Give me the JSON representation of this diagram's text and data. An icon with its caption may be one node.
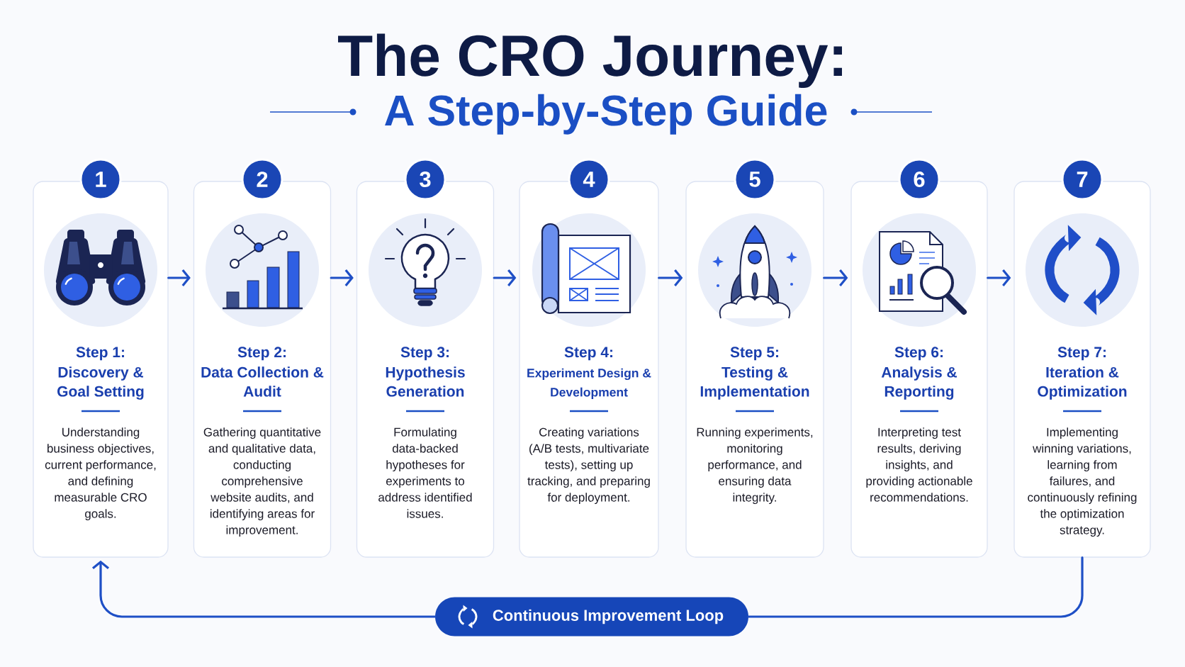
{
  "diagram": {
    "title": "The CRO Journey:",
    "nodes": [
      {
        "text": [
          "1"
        ]
      },
      {
        "text": [
          "Step 1:",
          "Discovery & Goal Setting",
          "Understanding business objectives, current performance, and defining measurable CRO goals."
        ]
      },
      {
        "text": [
          "2"
        ]
      },
      {
        "text": [
          "Step 2:",
          "Data Collection & Audit",
          "Gathering quantitative and qualitative data, conducting comprehensive website audits, and identifying areas for improvement."
        ]
      },
      {
        "text": [
          "3"
        ]
      },
      {
        "text": [
          "Step 3:",
          "Hypothesis Generation",
          "Formulating data-backed hypotheses for experiments to address identified issues."
        ]
      },
      {
        "text": [
          "4"
        ]
      },
      {
        "text": [
          "Step 4:",
          "Experiment Design & Development",
          "Creating variations (A/B tests, multivariate tests), setting up tracking, and preparing for deployment."
        ]
      },
      {
        "text": [
          "5"
        ]
      },
      {
        "text": [
          "Step 5:",
          "Testing & Implementation",
          "Running experiments, monitoring performance, and ensuring data integrity."
        ]
      },
      {
        "text": [
          "6"
        ]
      },
      {
        "text": [
          "Step 6:",
          "Analysis & Reporting",
          "Interpreting test results, deriving insights, and providing actionable recommendations."
        ]
      },
      {
        "text": [
          "7"
        ]
      },
      {
        "text": [
          "Step 7:",
          "Iteration & Optimization",
          "Implementing winning variations, learning from failures, and continuously refining the optimization strategy."
        ]
      },
      {
        "text": [
          "Continuous Improvement Loop"
        ]
      }
    ],
    "edges": [
      {
        "from": 1,
        "to": 3,
        "arrow": "to"
      },
      {
        "from": 3,
        "to": 5,
        "arrow": "to"
      },
      {
        "from": 5,
        "to": 7,
        "arrow": "to"
      },
      {
        "from": 7,
        "to": 9,
        "arrow": "to"
      },
      {
        "from": 9,
        "to": 11,
        "arrow": "to"
      },
      {
        "from": 11,
        "to": 13,
        "arrow": "to"
      },
      {
        "from": 13,
        "to": 14,
        "arrow": "none"
      },
      {
        "from": 14,
        "to": 1,
        "arrow": "to"
      }
    ],
    "labels": [
      "A Step-by-Step Guide"
    ]
  }
}
